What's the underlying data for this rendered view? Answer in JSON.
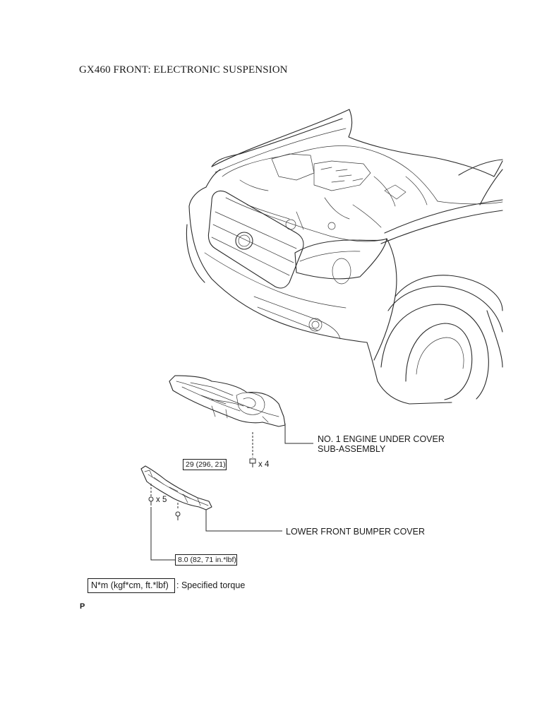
{
  "title": "GX460 FRONT: ELECTRONIC SUSPENSION",
  "parts": {
    "engine_cover_line1": "NO. 1 ENGINE UNDER COVER",
    "engine_cover_line2": "SUB-ASSEMBLY",
    "bumper_cover": "LOWER FRONT BUMPER COVER"
  },
  "fasteners": {
    "engine_cover_torque": "29 (296, 21)",
    "engine_cover_qty": "x 4",
    "bumper_qty": "x 5",
    "bumper_torque": "8.0 (82, 71 in.*lbf)"
  },
  "legend": {
    "unit_box": "N*m (kgf*cm, ft.*lbf)",
    "description": ": Specified torque"
  },
  "footer_mark": "P"
}
